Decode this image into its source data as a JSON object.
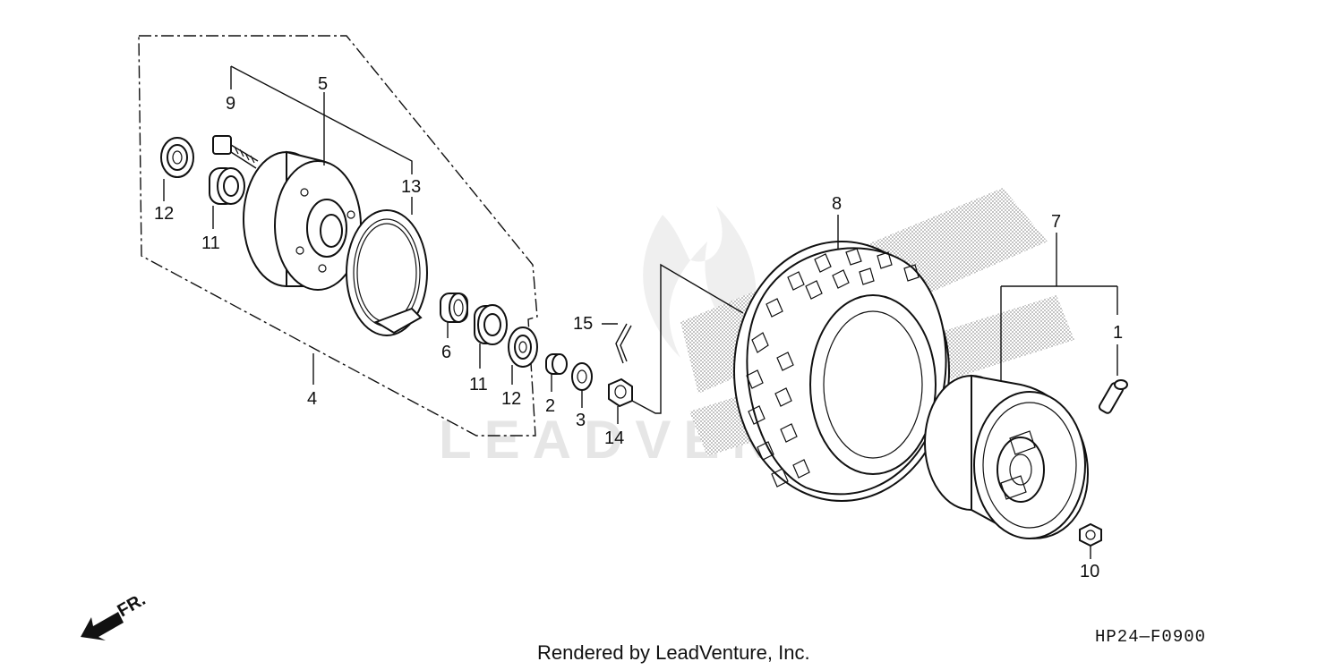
{
  "diagram": {
    "diagram_code": "HP24—F0900",
    "render_credit": "Rendered by LeadVenture, Inc.",
    "watermark": "LEADVENTURE",
    "direction_label": "FR.",
    "callouts": {
      "c1": "1",
      "c2": "2",
      "c3": "3",
      "c4": "4",
      "c5": "5",
      "c6": "6",
      "c7": "7",
      "c8": "8",
      "c9": "9",
      "c10": "10",
      "c11a": "11",
      "c11b": "11",
      "c12a": "12",
      "c12b": "12",
      "c13": "13",
      "c14": "14",
      "c15": "15"
    }
  }
}
